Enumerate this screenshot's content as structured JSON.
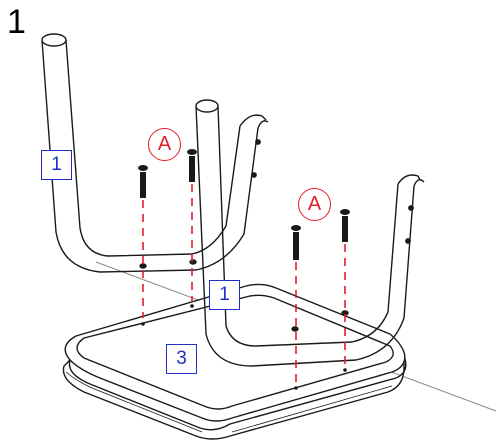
{
  "step": {
    "number": "1"
  },
  "parts": {
    "leg_frame_left": "1",
    "leg_frame_right": "1",
    "seat": "3"
  },
  "hardware": {
    "bolt_group_left": "A",
    "bolt_group_right": "A"
  },
  "colors": {
    "part_label": "#1f2fc8",
    "hardware_label": "#e0202a",
    "guide_line": "#e0202a",
    "outline": "#1a1a1a"
  }
}
